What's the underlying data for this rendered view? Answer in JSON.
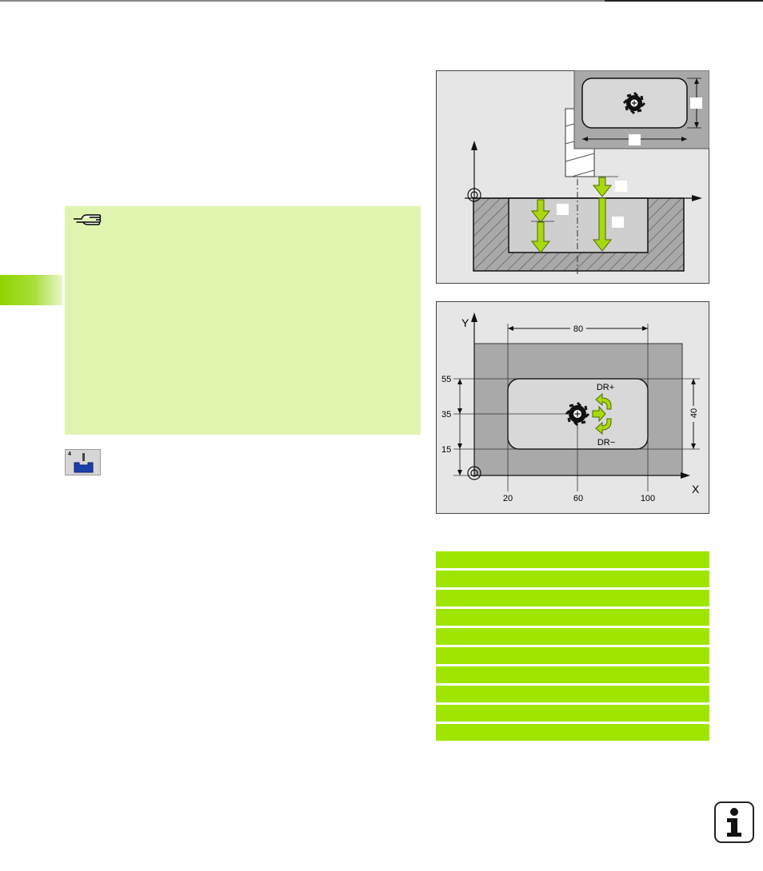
{
  "page": {
    "section_tab": "",
    "note_text": "",
    "softkey_label": "4",
    "param_rows": [
      "",
      "",
      "",
      "",
      "",
      "",
      "",
      "",
      "",
      ""
    ]
  },
  "figure_top": {
    "callouts": [
      "",
      "",
      "",
      "",
      ""
    ]
  },
  "figure_bottom": {
    "axis_x": "X",
    "axis_y": "Y",
    "dim_width": "80",
    "dim_height": "40",
    "x_ticks": [
      "20",
      "60",
      "100"
    ],
    "y_ticks": [
      "55",
      "35",
      "15"
    ],
    "dr_plus": "DR+",
    "dr_minus": "DR−"
  },
  "icons": {
    "note": "pointing-hand-icon",
    "softkey": "pocket-milling-icon",
    "info": "info-icon"
  },
  "colors": {
    "accent_green": "#9ee600",
    "note_bg": "#dff5b0",
    "arrow_green": "#a8d810"
  }
}
